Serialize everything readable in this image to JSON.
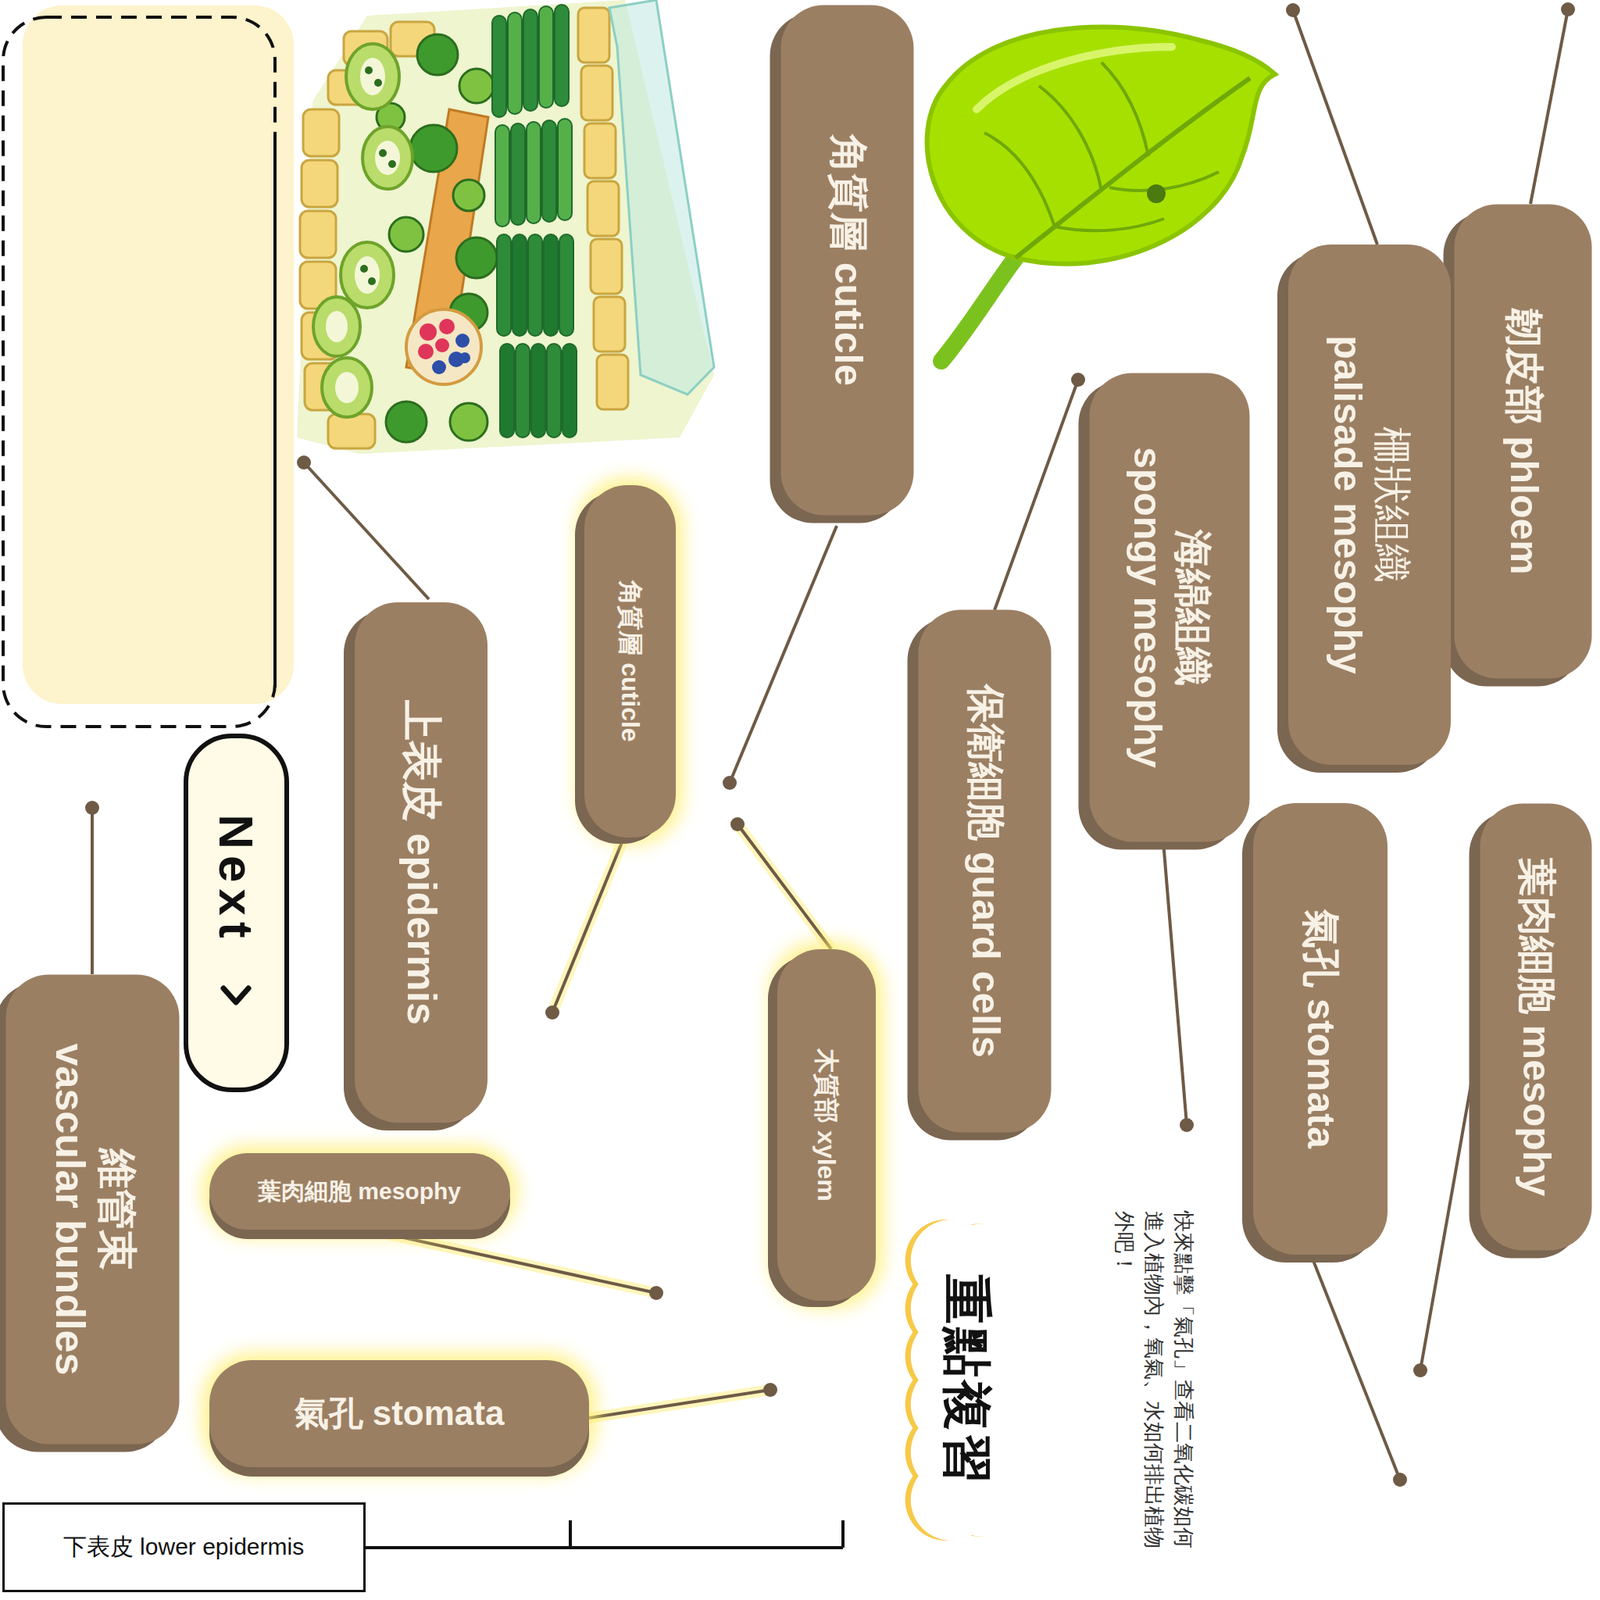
{
  "diagram": {
    "nodes": [
      {
        "text": [
          "角質層 cuticle"
        ]
      },
      {
        "text": [
          "韌皮部 phloem"
        ]
      },
      {
        "text": [
          "柵狀組織",
          "palisade mesophy"
        ]
      },
      {
        "text": [
          "海綿組織",
          "spongy mesophy"
        ]
      },
      {
        "text": [
          "角質層 cuticle"
        ]
      },
      {
        "text": [
          "上表皮 epidermis"
        ]
      },
      {
        "text": [
          "保衛細胞 guard cells"
        ]
      },
      {
        "text": [
          "Next"
        ]
      },
      {
        "text": [
          "氣孔 stomata"
        ]
      },
      {
        "text": [
          "葉肉細胞 mesophy"
        ]
      },
      {
        "text": [
          "維管束",
          "vascular bundles"
        ]
      },
      {
        "text": [
          "木質部 xylem"
        ]
      },
      {
        "text": [
          "葉肉細胞 mesophy"
        ]
      },
      {
        "text": [
          "氣孔 stomata"
        ]
      },
      {
        "text": [
          "重點複習"
        ]
      },
      {
        "text": [
          "下表皮 lower epidermis"
        ]
      }
    ],
    "labels": [
      "快來點擊「氣孔」查看二氧化碳如何進入植物內，氧氣、水如何排出植物外吧！"
    ]
  }
}
